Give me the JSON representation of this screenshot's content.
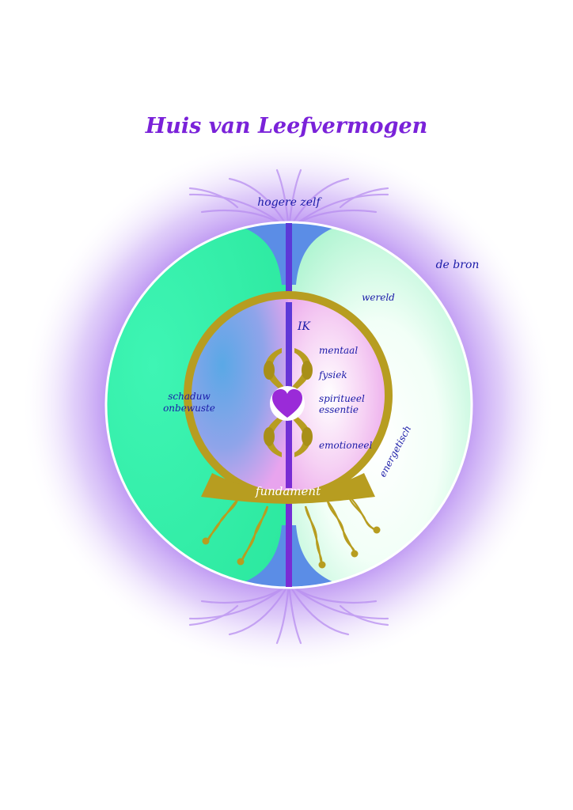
{
  "title": "Huis van Leefvermogen",
  "labels": {
    "hogere_zelf": "hogere zelf",
    "de_bron": "de bron",
    "wereld": "wereld",
    "ik": "IK",
    "mentaal": "mentaal",
    "fysiek": "fysiek",
    "spiritueel": "spiritueel",
    "essentie": "essentie",
    "emotioneel": "emotioneel",
    "energetisch": "energetisch",
    "schaduw": "schaduw",
    "onbewuste": "onbewuste",
    "fundament": "fundament"
  },
  "colors": {
    "title": "#7a22d9",
    "label": "#1a1aa8",
    "aura_purple": "#a874ee",
    "green_left": "#2ef0a6",
    "green_right": "#c8f7df",
    "gold_ring": "#b79d20",
    "heart": "#9a2bd8",
    "axis": "#6a2ad0"
  }
}
